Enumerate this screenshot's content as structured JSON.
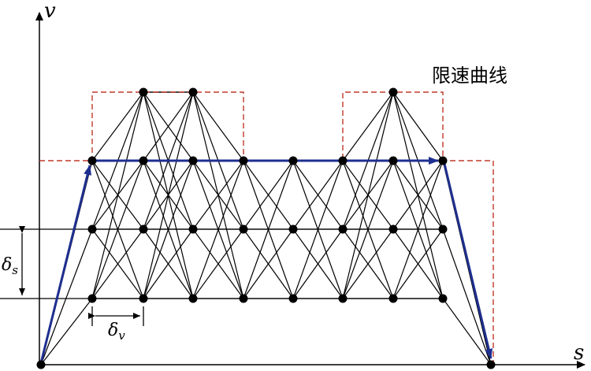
{
  "axes": {
    "x_label": "s",
    "y_label": "v"
  },
  "labels": {
    "speed_limit": "限速曲线",
    "delta_s": {
      "symbol": "δ",
      "sub": "s"
    },
    "delta_v": {
      "symbol": "δ",
      "sub": "v"
    }
  },
  "colors": {
    "grid": "#000000",
    "limit": "#c0392b",
    "trajectory": "#1f2f8f",
    "node": "#000000"
  }
}
